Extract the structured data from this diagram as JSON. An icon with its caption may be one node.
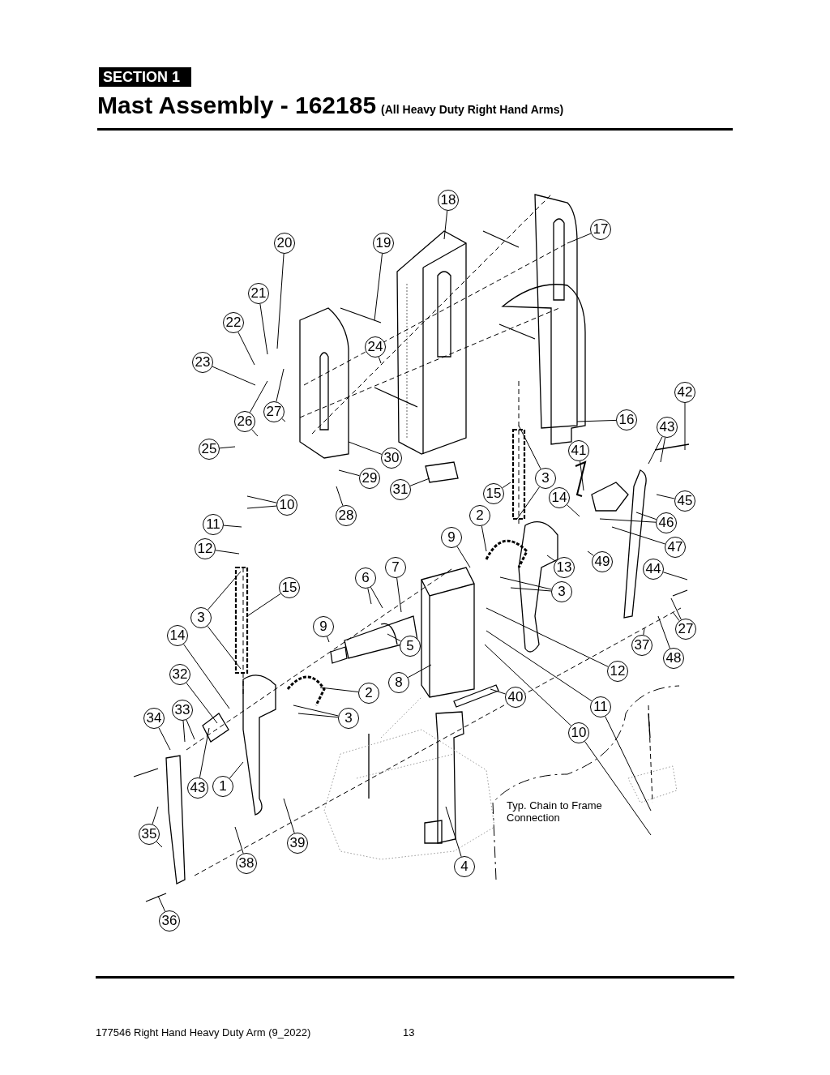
{
  "diagram": {
    "title": "Mast Assembly - 162185",
    "nodes": [
      {
        "text": [
          "18"
        ]
      },
      {
        "text": [
          "17"
        ]
      },
      {
        "text": [
          "20"
        ]
      },
      {
        "text": [
          "19"
        ]
      },
      {
        "text": [
          "21"
        ]
      },
      {
        "text": [
          "22"
        ]
      },
      {
        "text": [
          "24"
        ]
      },
      {
        "text": [
          "23"
        ]
      },
      {
        "text": [
          "42"
        ]
      },
      {
        "text": [
          "27"
        ]
      },
      {
        "text": [
          "26"
        ]
      },
      {
        "text": [
          "16"
        ]
      },
      {
        "text": [
          "43"
        ]
      },
      {
        "text": [
          "25"
        ]
      },
      {
        "text": [
          "30"
        ]
      },
      {
        "text": [
          "41"
        ]
      },
      {
        "text": [
          "29"
        ]
      },
      {
        "text": [
          "3"
        ]
      },
      {
        "text": [
          "31"
        ]
      },
      {
        "text": [
          "15"
        ]
      },
      {
        "text": [
          "14"
        ]
      },
      {
        "text": [
          "45"
        ]
      },
      {
        "text": [
          "10"
        ]
      },
      {
        "text": [
          "28"
        ]
      },
      {
        "text": [
          "2"
        ]
      },
      {
        "text": [
          "46"
        ]
      },
      {
        "text": [
          "11"
        ]
      },
      {
        "text": [
          "9"
        ]
      },
      {
        "text": [
          "47"
        ]
      },
      {
        "text": [
          "12"
        ]
      },
      {
        "text": [
          "13"
        ]
      },
      {
        "text": [
          "49"
        ]
      },
      {
        "text": [
          "7"
        ]
      },
      {
        "text": [
          "44"
        ]
      },
      {
        "text": [
          "6"
        ]
      },
      {
        "text": [
          "3"
        ]
      },
      {
        "text": [
          "15"
        ]
      },
      {
        "text": [
          "3"
        ]
      },
      {
        "text": [
          "27"
        ]
      },
      {
        "text": [
          "9"
        ]
      },
      {
        "text": [
          "14"
        ]
      },
      {
        "text": [
          "37"
        ]
      },
      {
        "text": [
          "5"
        ]
      },
      {
        "text": [
          "48"
        ]
      },
      {
        "text": [
          "12"
        ]
      },
      {
        "text": [
          "32"
        ]
      },
      {
        "text": [
          "8"
        ]
      },
      {
        "text": [
          "2"
        ]
      },
      {
        "text": [
          "40"
        ]
      },
      {
        "text": [
          "11"
        ]
      },
      {
        "text": [
          "3"
        ]
      },
      {
        "text": [
          "34"
        ]
      },
      {
        "text": [
          "33"
        ]
      },
      {
        "text": [
          "10"
        ]
      },
      {
        "text": [
          "43"
        ]
      },
      {
        "text": [
          "1"
        ]
      },
      {
        "text": [
          "35"
        ]
      },
      {
        "text": [
          "39"
        ]
      },
      {
        "text": [
          "38"
        ]
      },
      {
        "text": [
          "4"
        ]
      },
      {
        "text": [
          "36"
        ]
      }
    ],
    "edges": [
      {
        "from": 0,
        "to": null,
        "arrow": "none"
      },
      {
        "from": 1,
        "to": null,
        "arrow": "none"
      },
      {
        "from": 2,
        "to": null,
        "arrow": "none"
      },
      {
        "from": 3,
        "to": null,
        "arrow": "none"
      },
      {
        "from": 4,
        "to": null,
        "arrow": "none"
      },
      {
        "from": 5,
        "to": null,
        "arrow": "none"
      },
      {
        "from": 6,
        "to": null,
        "arrow": "none"
      },
      {
        "from": 7,
        "to": null,
        "arrow": "none"
      },
      {
        "from": 8,
        "to": null,
        "arrow": "none"
      },
      {
        "from": 9,
        "to": null,
        "arrow": "none"
      },
      {
        "from": 9,
        "to": null,
        "arrow": "none"
      },
      {
        "from": 10,
        "to": null,
        "arrow": "none"
      },
      {
        "from": 10,
        "to": null,
        "arrow": "none"
      },
      {
        "from": 11,
        "to": null,
        "arrow": "none"
      },
      {
        "from": 12,
        "to": null,
        "arrow": "none"
      },
      {
        "from": 12,
        "to": null,
        "arrow": "none"
      },
      {
        "from": 13,
        "to": null,
        "arrow": "none"
      },
      {
        "from": 14,
        "to": null,
        "arrow": "none"
      },
      {
        "from": 15,
        "to": null,
        "arrow": "none"
      },
      {
        "from": 16,
        "to": null,
        "arrow": "none"
      },
      {
        "from": 17,
        "to": null,
        "arrow": "none"
      },
      {
        "from": 17,
        "to": null,
        "arrow": "none"
      },
      {
        "from": 18,
        "to": null,
        "arrow": "none"
      },
      {
        "from": 19,
        "to": null,
        "arrow": "none"
      },
      {
        "from": 20,
        "to": null,
        "arrow": "none"
      },
      {
        "from": 21,
        "to": null,
        "arrow": "none"
      },
      {
        "from": 22,
        "to": null,
        "arrow": "none"
      },
      {
        "from": 22,
        "to": null,
        "arrow": "none"
      },
      {
        "from": 23,
        "to": null,
        "arrow": "none"
      },
      {
        "from": 24,
        "to": null,
        "arrow": "none"
      },
      {
        "from": 25,
        "to": null,
        "arrow": "none"
      },
      {
        "from": 25,
        "to": null,
        "arrow": "none"
      },
      {
        "from": 26,
        "to": null,
        "arrow": "none"
      },
      {
        "from": 27,
        "to": null,
        "arrow": "none"
      },
      {
        "from": 28,
        "to": null,
        "arrow": "none"
      },
      {
        "from": 29,
        "to": null,
        "arrow": "none"
      },
      {
        "from": 30,
        "to": null,
        "arrow": "none"
      },
      {
        "from": 31,
        "to": null,
        "arrow": "none"
      },
      {
        "from": 32,
        "to": null,
        "arrow": "none"
      },
      {
        "from": 33,
        "to": null,
        "arrow": "none"
      },
      {
        "from": 34,
        "to": null,
        "arrow": "none"
      },
      {
        "from": 34,
        "to": null,
        "arrow": "none"
      },
      {
        "from": 35,
        "to": null,
        "arrow": "none"
      },
      {
        "from": 35,
        "to": null,
        "arrow": "none"
      },
      {
        "from": 36,
        "to": null,
        "arrow": "none"
      },
      {
        "from": 37,
        "to": null,
        "arrow": "none"
      },
      {
        "from": 37,
        "to": null,
        "arrow": "none"
      },
      {
        "from": 38,
        "to": null,
        "arrow": "none"
      },
      {
        "from": 38,
        "to": null,
        "arrow": "none"
      },
      {
        "from": 39,
        "to": null,
        "arrow": "none"
      },
      {
        "from": 40,
        "to": null,
        "arrow": "none"
      },
      {
        "from": 41,
        "to": null,
        "arrow": "none"
      },
      {
        "from": 42,
        "to": null,
        "arrow": "none"
      },
      {
        "from": 43,
        "to": null,
        "arrow": "none"
      },
      {
        "from": 44,
        "to": null,
        "arrow": "none"
      },
      {
        "from": 45,
        "to": null,
        "arrow": "none"
      },
      {
        "from": 46,
        "to": null,
        "arrow": "none"
      },
      {
        "from": 47,
        "to": null,
        "arrow": "none"
      },
      {
        "from": 48,
        "to": null,
        "arrow": "none"
      },
      {
        "from": 49,
        "to": null,
        "arrow": "none"
      },
      {
        "from": 49,
        "to": null,
        "arrow": "none"
      },
      {
        "from": 50,
        "to": null,
        "arrow": "none"
      },
      {
        "from": 50,
        "to": null,
        "arrow": "none"
      },
      {
        "from": 51,
        "to": null,
        "arrow": "none"
      },
      {
        "from": 52,
        "to": null,
        "arrow": "none"
      },
      {
        "from": 52,
        "to": null,
        "arrow": "none"
      },
      {
        "from": 53,
        "to": null,
        "arrow": "none"
      },
      {
        "from": 53,
        "to": null,
        "arrow": "none"
      },
      {
        "from": 54,
        "to": null,
        "arrow": "none"
      },
      {
        "from": 55,
        "to": null,
        "arrow": "none"
      },
      {
        "from": 56,
        "to": null,
        "arrow": "none"
      },
      {
        "from": 56,
        "to": null,
        "arrow": "none"
      },
      {
        "from": 57,
        "to": null,
        "arrow": "none"
      },
      {
        "from": 58,
        "to": null,
        "arrow": "none"
      },
      {
        "from": 59,
        "to": null,
        "arrow": "none"
      },
      {
        "from": 60,
        "to": null,
        "arrow": "none"
      }
    ],
    "labels": [
      "SECTION 1",
      "(All Heavy Duty Right Hand Arms)",
      "Typ. Chain to Frame Connection",
      "177546 Right Hand Heavy Duty Arm (9_2022)",
      "13"
    ]
  }
}
